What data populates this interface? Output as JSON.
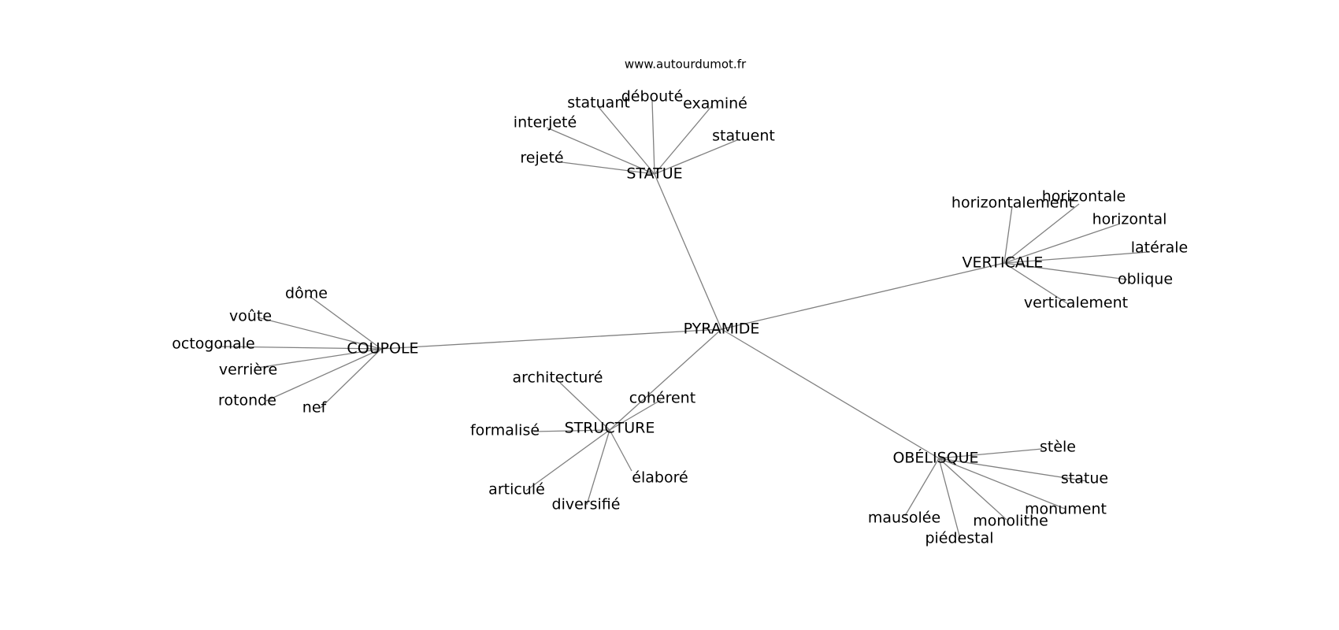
{
  "watermark": "www.autourdumot.fr",
  "center": "PYRAMIDE",
  "groups": [
    {
      "hub": "STATUE",
      "leaves": [
        "statuant",
        "débouté",
        "examiné",
        "interjeté",
        "statuent",
        "rejeté"
      ]
    },
    {
      "hub": "VERTICALE",
      "leaves": [
        "horizontalement",
        "horizontale",
        "horizontal",
        "latérale",
        "oblique",
        "verticalement"
      ]
    },
    {
      "hub": "COUPOLE",
      "leaves": [
        "dôme",
        "voûte",
        "octogonale",
        "verrière",
        "rotonde",
        "nef"
      ]
    },
    {
      "hub": "STRUCTURE",
      "leaves": [
        "architecturé",
        "cohérent",
        "formalisé",
        "élaboré",
        "articulé",
        "diversifié"
      ]
    },
    {
      "hub": "OBÉLISQUE",
      "leaves": [
        "stèle",
        "statue",
        "monument",
        "monolithe",
        "mausolée",
        "piédestal"
      ]
    }
  ]
}
